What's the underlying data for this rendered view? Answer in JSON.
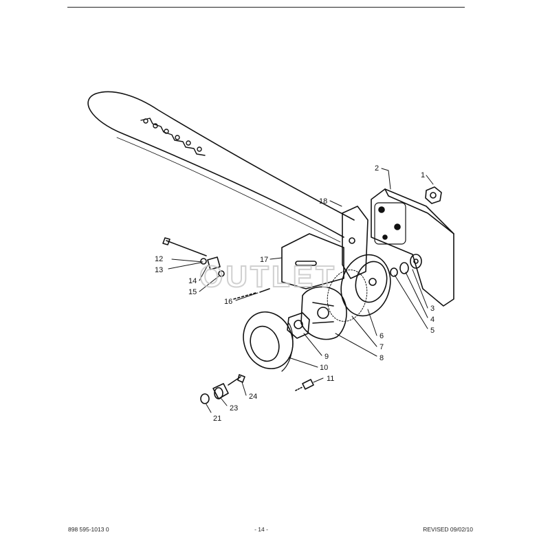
{
  "callouts": [
    {
      "id": "1",
      "text": "1"
    },
    {
      "id": "2",
      "text": "2"
    },
    {
      "id": "3",
      "text": "3"
    },
    {
      "id": "4",
      "text": "4"
    },
    {
      "id": "5",
      "text": "5"
    },
    {
      "id": "6",
      "text": "6"
    },
    {
      "id": "7",
      "text": "7"
    },
    {
      "id": "8",
      "text": "8"
    },
    {
      "id": "9",
      "text": "9"
    },
    {
      "id": "10",
      "text": "10"
    },
    {
      "id": "11",
      "text": "11"
    },
    {
      "id": "12",
      "text": "12"
    },
    {
      "id": "13",
      "text": "13"
    },
    {
      "id": "14",
      "text": "14"
    },
    {
      "id": "15",
      "text": "15"
    },
    {
      "id": "16",
      "text": "16"
    },
    {
      "id": "17",
      "text": "17"
    },
    {
      "id": "18",
      "text": "18"
    },
    {
      "id": "21",
      "text": "21"
    },
    {
      "id": "23",
      "text": "23"
    },
    {
      "id": "24",
      "text": "24"
    }
  ],
  "watermark": {
    "text": "OUTLET"
  },
  "footer": {
    "part_number": "898 595-1013 0",
    "page": "- 14 -",
    "revised": "REVISED 09/02/10"
  }
}
